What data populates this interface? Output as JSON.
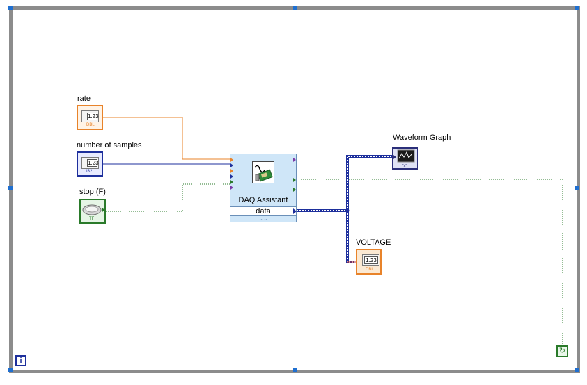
{
  "controls": {
    "rate": {
      "label": "rate",
      "value": "1.23",
      "type_tag": "DBL"
    },
    "samples": {
      "label": "number of samples",
      "value": "1.23",
      "type_tag": "I32"
    },
    "stop": {
      "label": "stop (F)",
      "type_tag": "TF"
    }
  },
  "express_vi": {
    "title": "DAQ Assistant",
    "output_label": "data",
    "expand_glyph": "⌄⌄"
  },
  "indicators": {
    "graph": {
      "label": "Waveform Graph",
      "icon": "waveform-graph-icon"
    },
    "voltage": {
      "label": "VOLTAGE",
      "value": "1.23",
      "type_tag": "DBL"
    }
  },
  "loop": {
    "info_glyph": "i",
    "condition_glyph": "↻"
  },
  "colors": {
    "frame": "#8c8c8c",
    "dbl_wire": "#e8832a",
    "int_wire": "#1d2f9c",
    "bool_wire": "#2a7a2a",
    "dynamic_wire": "#1d2f9c"
  }
}
